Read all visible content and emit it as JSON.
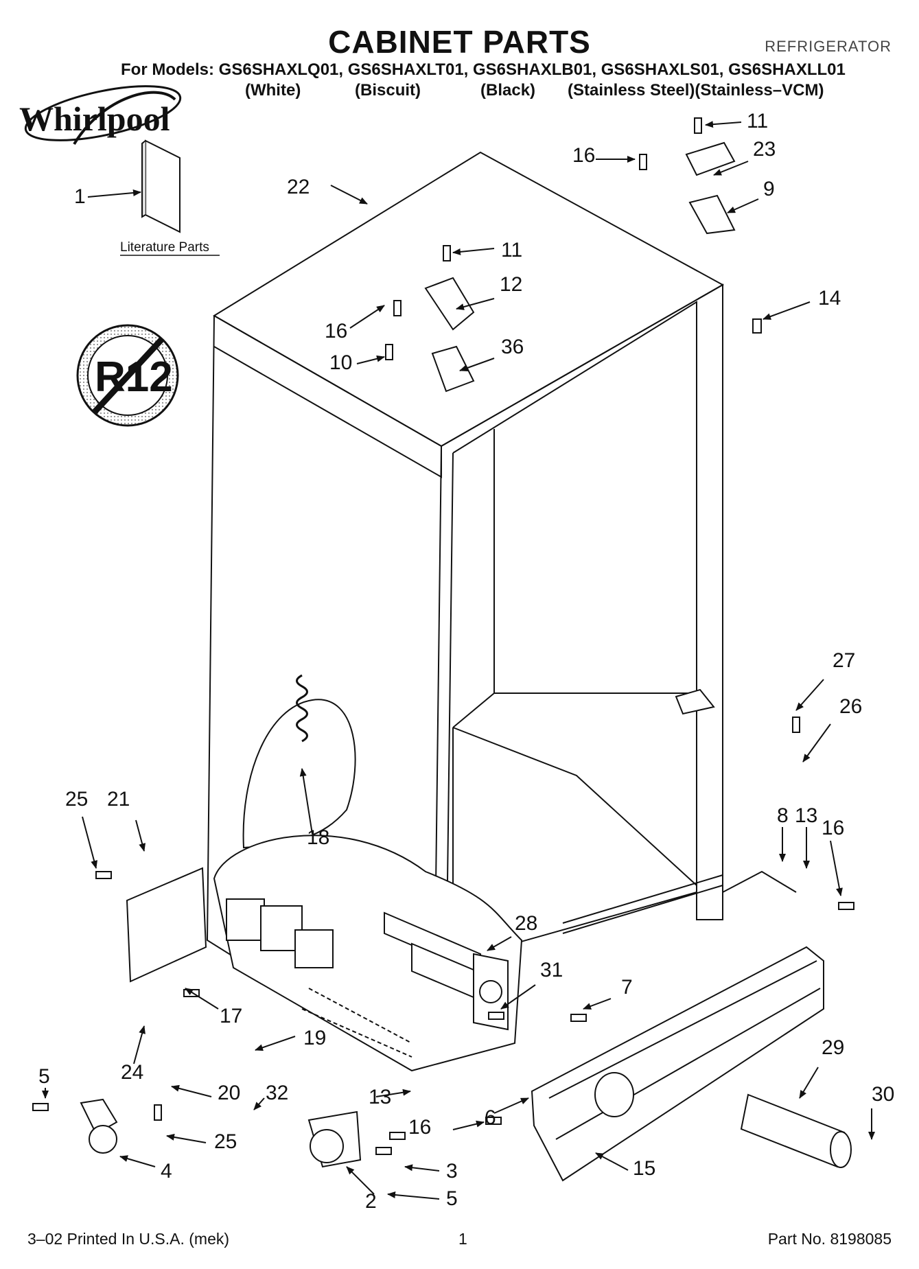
{
  "header": {
    "title": "CABINET PARTS",
    "document_type": "REFRIGERATOR",
    "models_line": "For Models: GS6SHAXLQ01, GS6SHAXLT01, GS6SHAXLB01, GS6SHAXLS01, GS6SHAXLL01",
    "colors": [
      "(White)",
      "(Biscuit)",
      "(Black)",
      "(Stainless Steel)(Stainless–VCM)"
    ]
  },
  "brand": {
    "logo_text": "Whirlpool"
  },
  "badge": {
    "text": "R12",
    "meaning": "no-R12-refrigerant"
  },
  "literature": {
    "label": "Literature Parts"
  },
  "callouts": [
    "1",
    "2",
    "3",
    "4",
    "5",
    "5",
    "6",
    "7",
    "8",
    "9",
    "10",
    "11",
    "11",
    "12",
    "13",
    "13",
    "14",
    "15",
    "16",
    "16",
    "16",
    "16",
    "17",
    "18",
    "19",
    "20",
    "21",
    "22",
    "23",
    "24",
    "25",
    "25",
    "26",
    "27",
    "28",
    "29",
    "30",
    "31",
    "32",
    "36"
  ],
  "footer": {
    "printed": "3–02 Printed In U.S.A. (mek)",
    "page": "1",
    "part_no": "Part No. 8198085"
  }
}
